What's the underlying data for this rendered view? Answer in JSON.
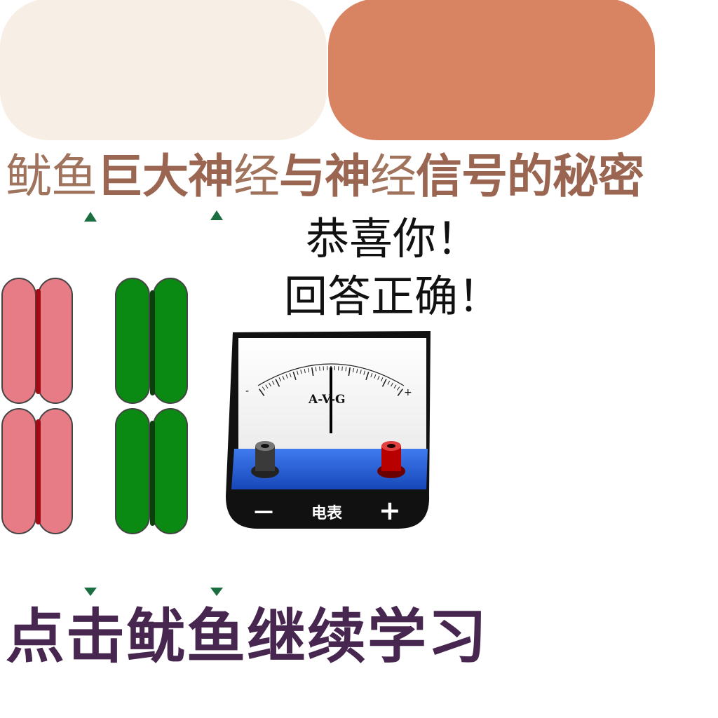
{
  "header": {
    "title_parts": [
      {
        "text": "鱿鱼",
        "style": "light"
      },
      {
        "text": "巨大神",
        "style": "bold"
      },
      {
        "text": "经",
        "style": "light"
      },
      {
        "text": "与神",
        "style": "bold"
      },
      {
        "text": "经",
        "style": "light"
      },
      {
        "text": "信号的秘密",
        "style": "bold"
      }
    ]
  },
  "feedback": {
    "line1": "恭喜你！",
    "line2": "回答正确！"
  },
  "meter": {
    "scale_label": "A-V-G",
    "minus_mark": "-",
    "plus_mark": "+",
    "minus_label": "—",
    "name": "电表",
    "plus_label": "+"
  },
  "footer": {
    "continue_label": "点击鱿鱼继续学习"
  },
  "colors": {
    "left_panel": "#f7efe6",
    "right_panel": "#d88463",
    "title_light": "#a0735c",
    "title_bold": "#9b6651",
    "continue_text": "#47264f",
    "pink_capsule": "#e77b86",
    "green_capsule": "#0a8a13",
    "meter_base": "#1e5ad6"
  }
}
